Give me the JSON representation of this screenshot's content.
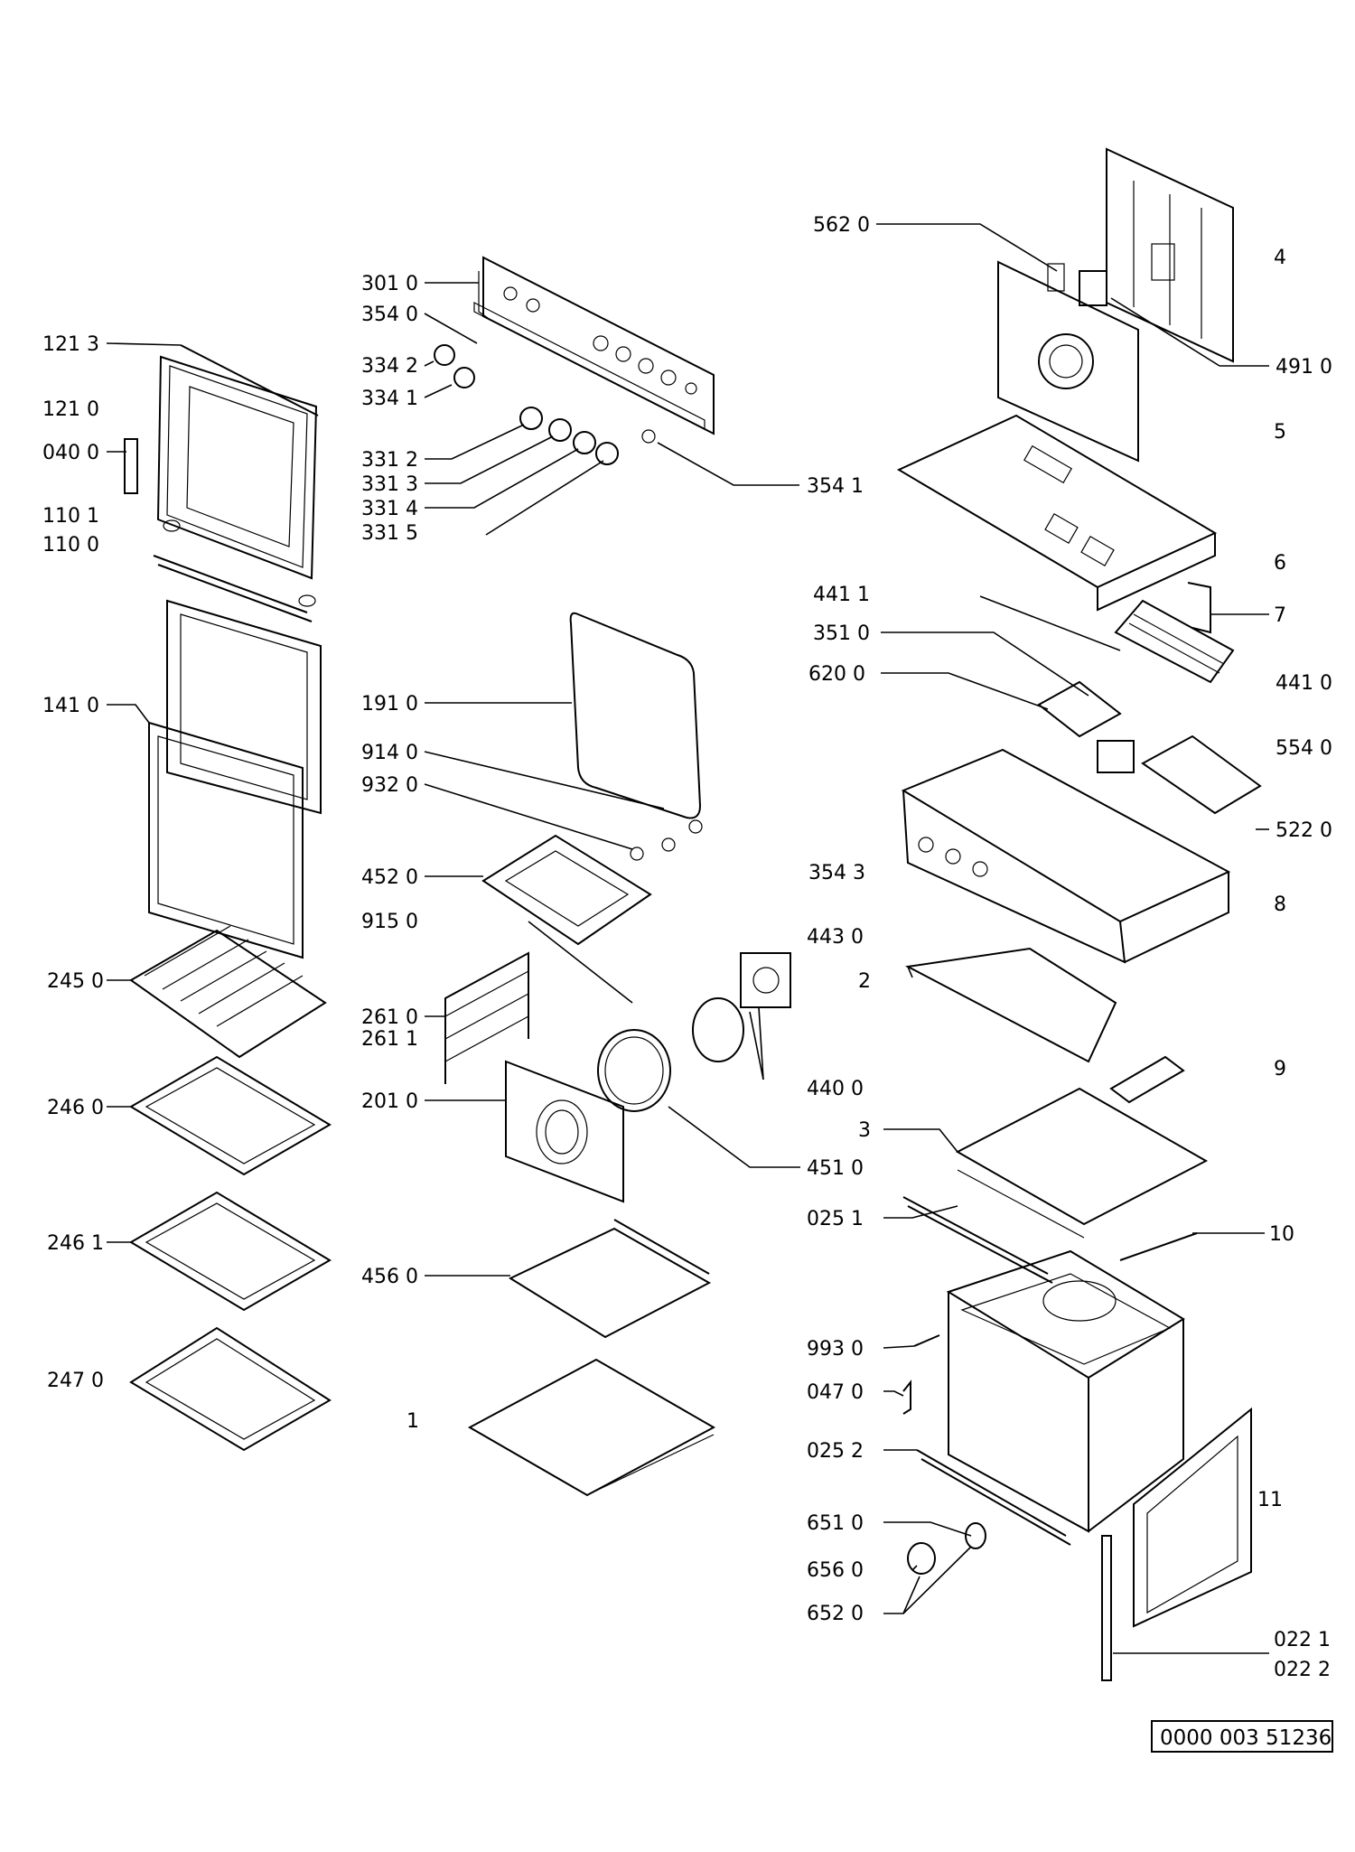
{
  "document_id": "0000 003 51236",
  "labels": {
    "l_301_0": "301 0",
    "l_354_0": "354 0",
    "l_334_2": "334 2",
    "l_334_1": "334 1",
    "l_331_2": "331 2",
    "l_331_3": "331 3",
    "l_331_4": "331 4",
    "l_331_5": "331 5",
    "l_354_1": "354 1",
    "l_121_3": "121 3",
    "l_121_0": "121 0",
    "l_040_0": "040 0",
    "l_110_1": "110 1",
    "l_110_0": "110 0",
    "l_141_0": "141 0",
    "l_245_0": "245 0",
    "l_246_0": "246 0",
    "l_246_1": "246 1",
    "l_247_0": "247 0",
    "l_191_0": "191 0",
    "l_914_0": "914 0",
    "l_932_0": "932 0",
    "l_452_0": "452 0",
    "l_915_0": "915 0",
    "l_261_0": "261 0",
    "l_261_1": "261 1",
    "l_201_0": "201 0",
    "l_456_0": "456 0",
    "l_1": "1",
    "l_443_0": "443 0",
    "l_440_0": "440 0",
    "l_451_0": "451 0",
    "l_562_0": "562 0",
    "l_4": "4",
    "l_491_0": "491 0",
    "l_5": "5",
    "l_6": "6",
    "l_7": "7",
    "l_441_1": "441 1",
    "l_351_0": "351 0",
    "l_620_0": "620 0",
    "l_441_0": "441 0",
    "l_554_0": "554 0",
    "l_522_0": "522 0",
    "l_354_3": "354 3",
    "l_8": "8",
    "l_2": "2",
    "l_9": "9",
    "l_3": "3",
    "l_025_1": "025 1",
    "l_10": "10",
    "l_993_0": "993 0",
    "l_047_0": "047 0",
    "l_025_2": "025 2",
    "l_11": "11",
    "l_651_0": "651 0",
    "l_656_0": "656 0",
    "l_652_0": "652 0",
    "l_022_1": "022 1",
    "l_022_2": "022 2"
  }
}
